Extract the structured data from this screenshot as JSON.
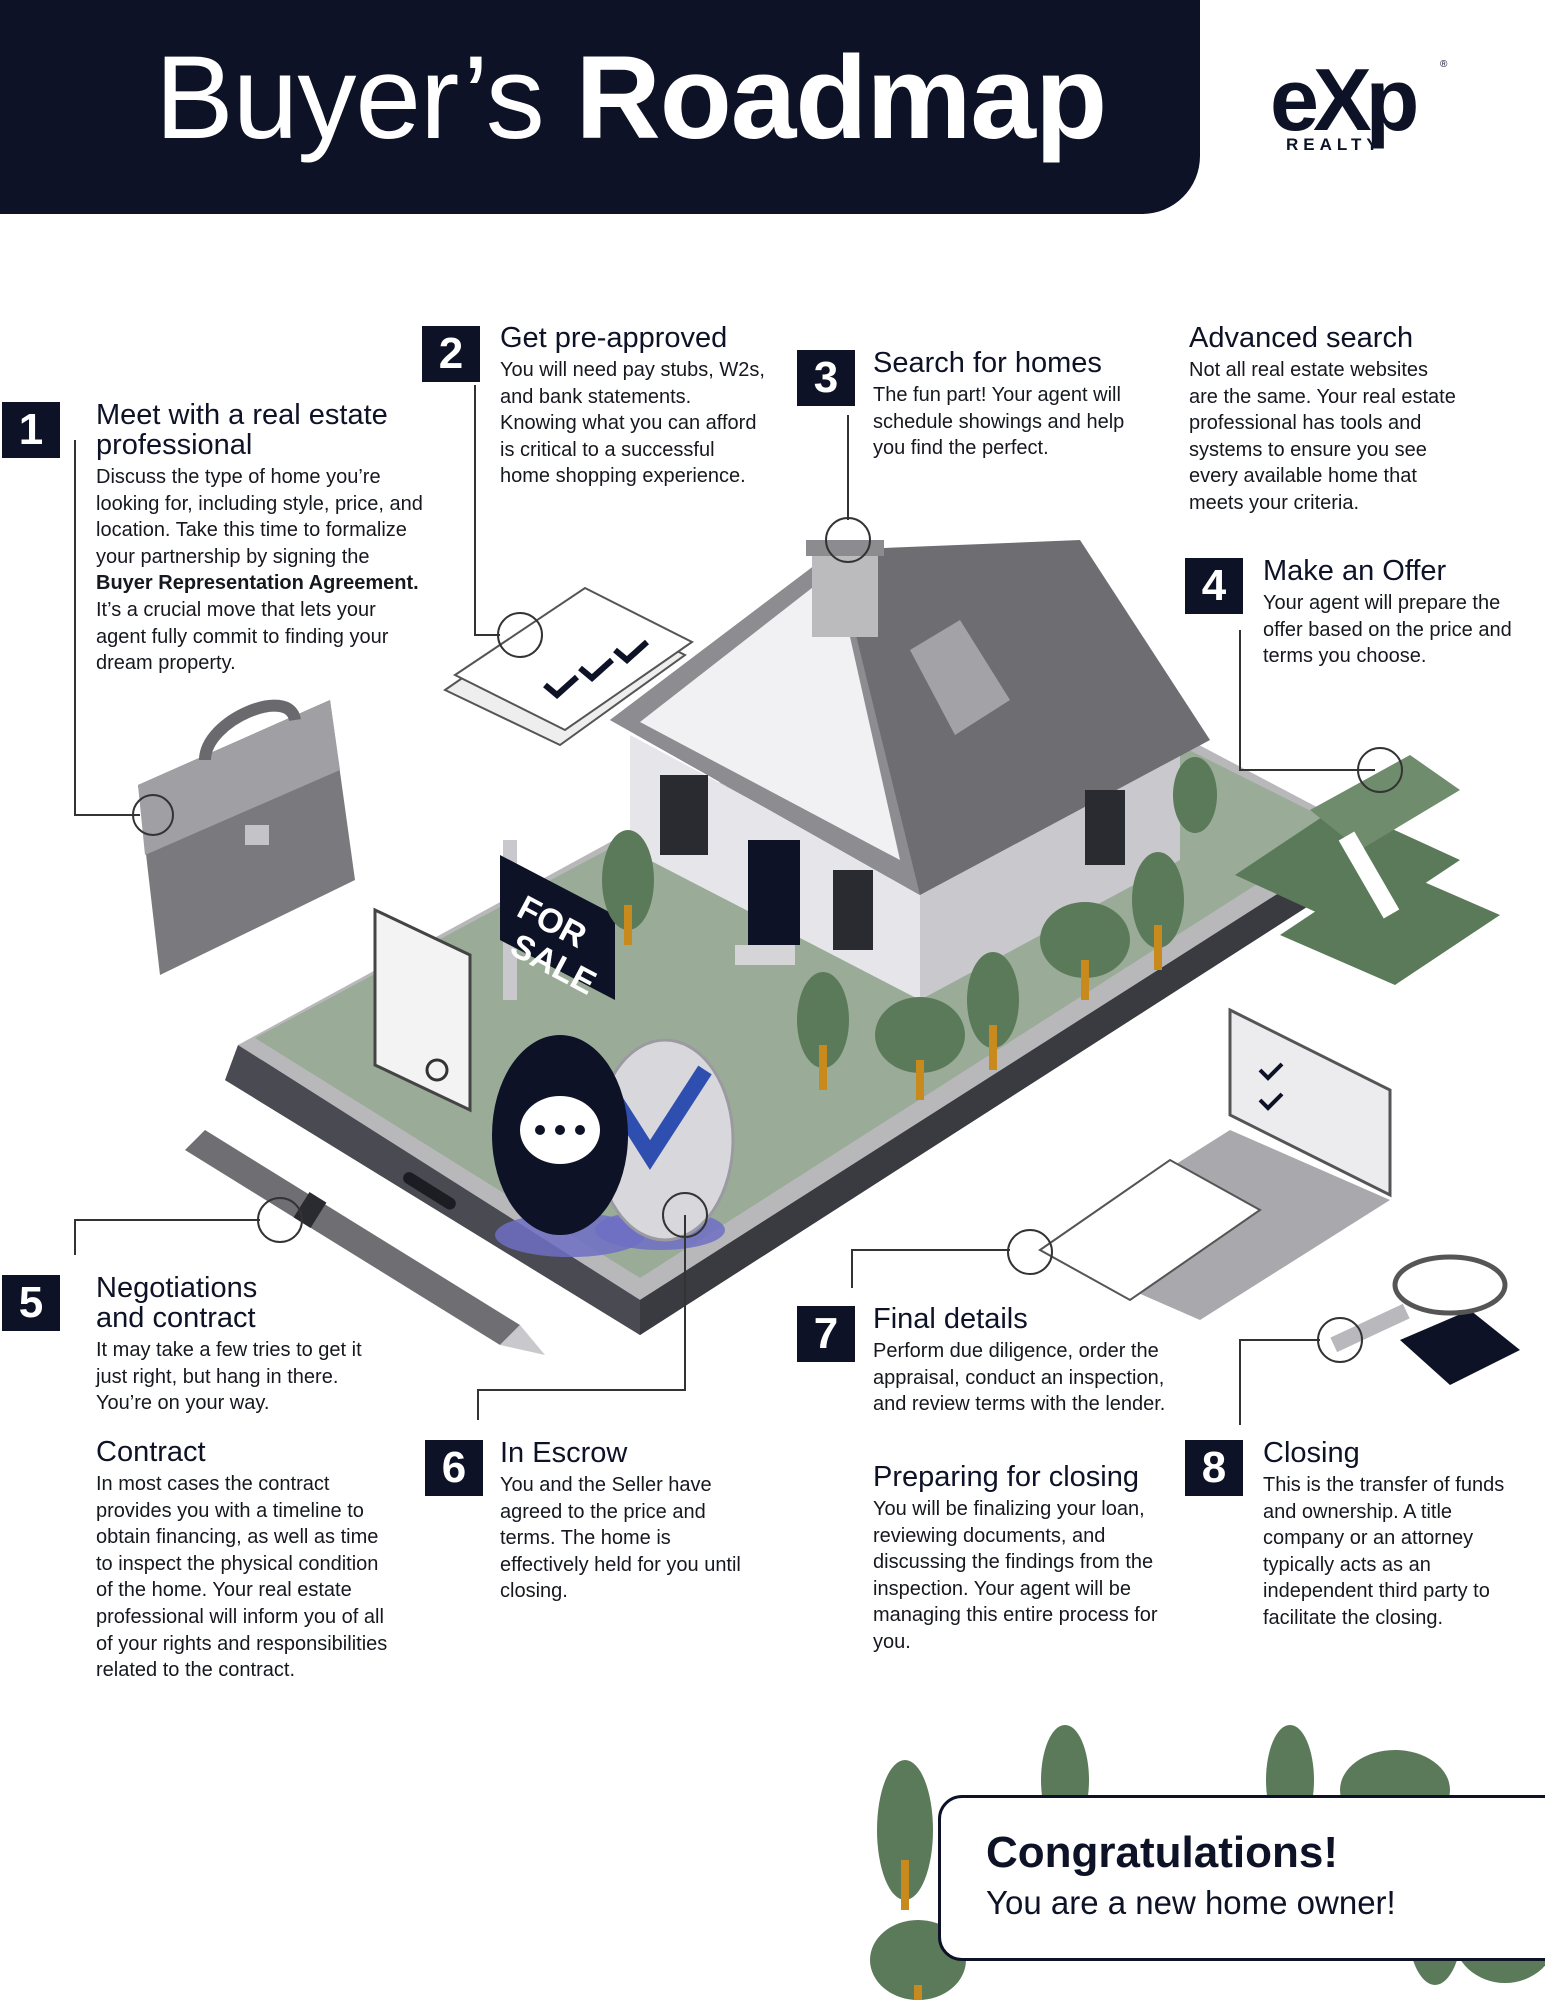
{
  "header": {
    "title_light": "Buyer’s",
    "title_bold": "Roadmap",
    "logo_mark": "eXp",
    "logo_reg": "®",
    "logo_sub": "REALTY"
  },
  "illustration": {
    "sign_line1": "FOR",
    "sign_line2": "SALE"
  },
  "steps": [
    {
      "number": "1",
      "title": "Meet with a real estate professional",
      "body_before": "Discuss the type of home you’re looking for, including style, price, and location. Take this time to formalize your partnership by signing the ",
      "body_bold": "Buyer Representation Agreement.",
      "body_after": " It’s a crucial move that lets your agent fully commit to finding your dream property."
    },
    {
      "number": "2",
      "title": "Get pre-approved",
      "body": "You will need pay stubs, W2s, and bank statements. Knowing what you can afford is critical to a successful home shopping experience."
    },
    {
      "number": "3",
      "title": "Search for homes",
      "body": "The fun part! Your agent will schedule showings and help you find the perfect."
    },
    {
      "number": "",
      "title": "Advanced search",
      "body": "Not all real estate websites are the same. Your real estate professional has tools and systems to ensure you see every available home that meets your criteria."
    },
    {
      "number": "4",
      "title": "Make an Offer",
      "body": "Your agent will prepare the offer based on the price and terms you choose."
    },
    {
      "number": "5",
      "title": "Negotiations and contract",
      "body": "It may take a few tries to get it just right, but hang in there. You’re on your way."
    },
    {
      "number": "",
      "title": "Contract",
      "body": "In most cases the contract provides you with a timeline to obtain financing, as well as time to inspect the physical condition of the home. Your real estate professional will inform you of all of your rights and responsibilities related to the contract."
    },
    {
      "number": "6",
      "title": "In Escrow",
      "body": "You and the Seller have agreed to the price and terms. The home is effectively held for you until closing."
    },
    {
      "number": "7",
      "title": "Final details",
      "body": "Perform due diligence, order the appraisal, conduct an inspection, and review terms with the lender."
    },
    {
      "number": "",
      "title": "Preparing for closing",
      "body": "You will be finalizing your loan, reviewing documents, and discussing the findings from the inspection. Your agent will be managing this entire process for you."
    },
    {
      "number": "8",
      "title": "Closing",
      "body": "This is the transfer of funds and ownership. A title company or an attorney typically acts as an independent third party to facilitate the closing."
    }
  ],
  "congrats": {
    "title": "Congratulations!",
    "subtitle": "You are a new home owner!"
  },
  "colors": {
    "navy": "#0d1226",
    "green": "#5b7a5a",
    "gray": "#7a7a7a",
    "lawn": "#9aac98",
    "purple": "#6f6fc4"
  }
}
